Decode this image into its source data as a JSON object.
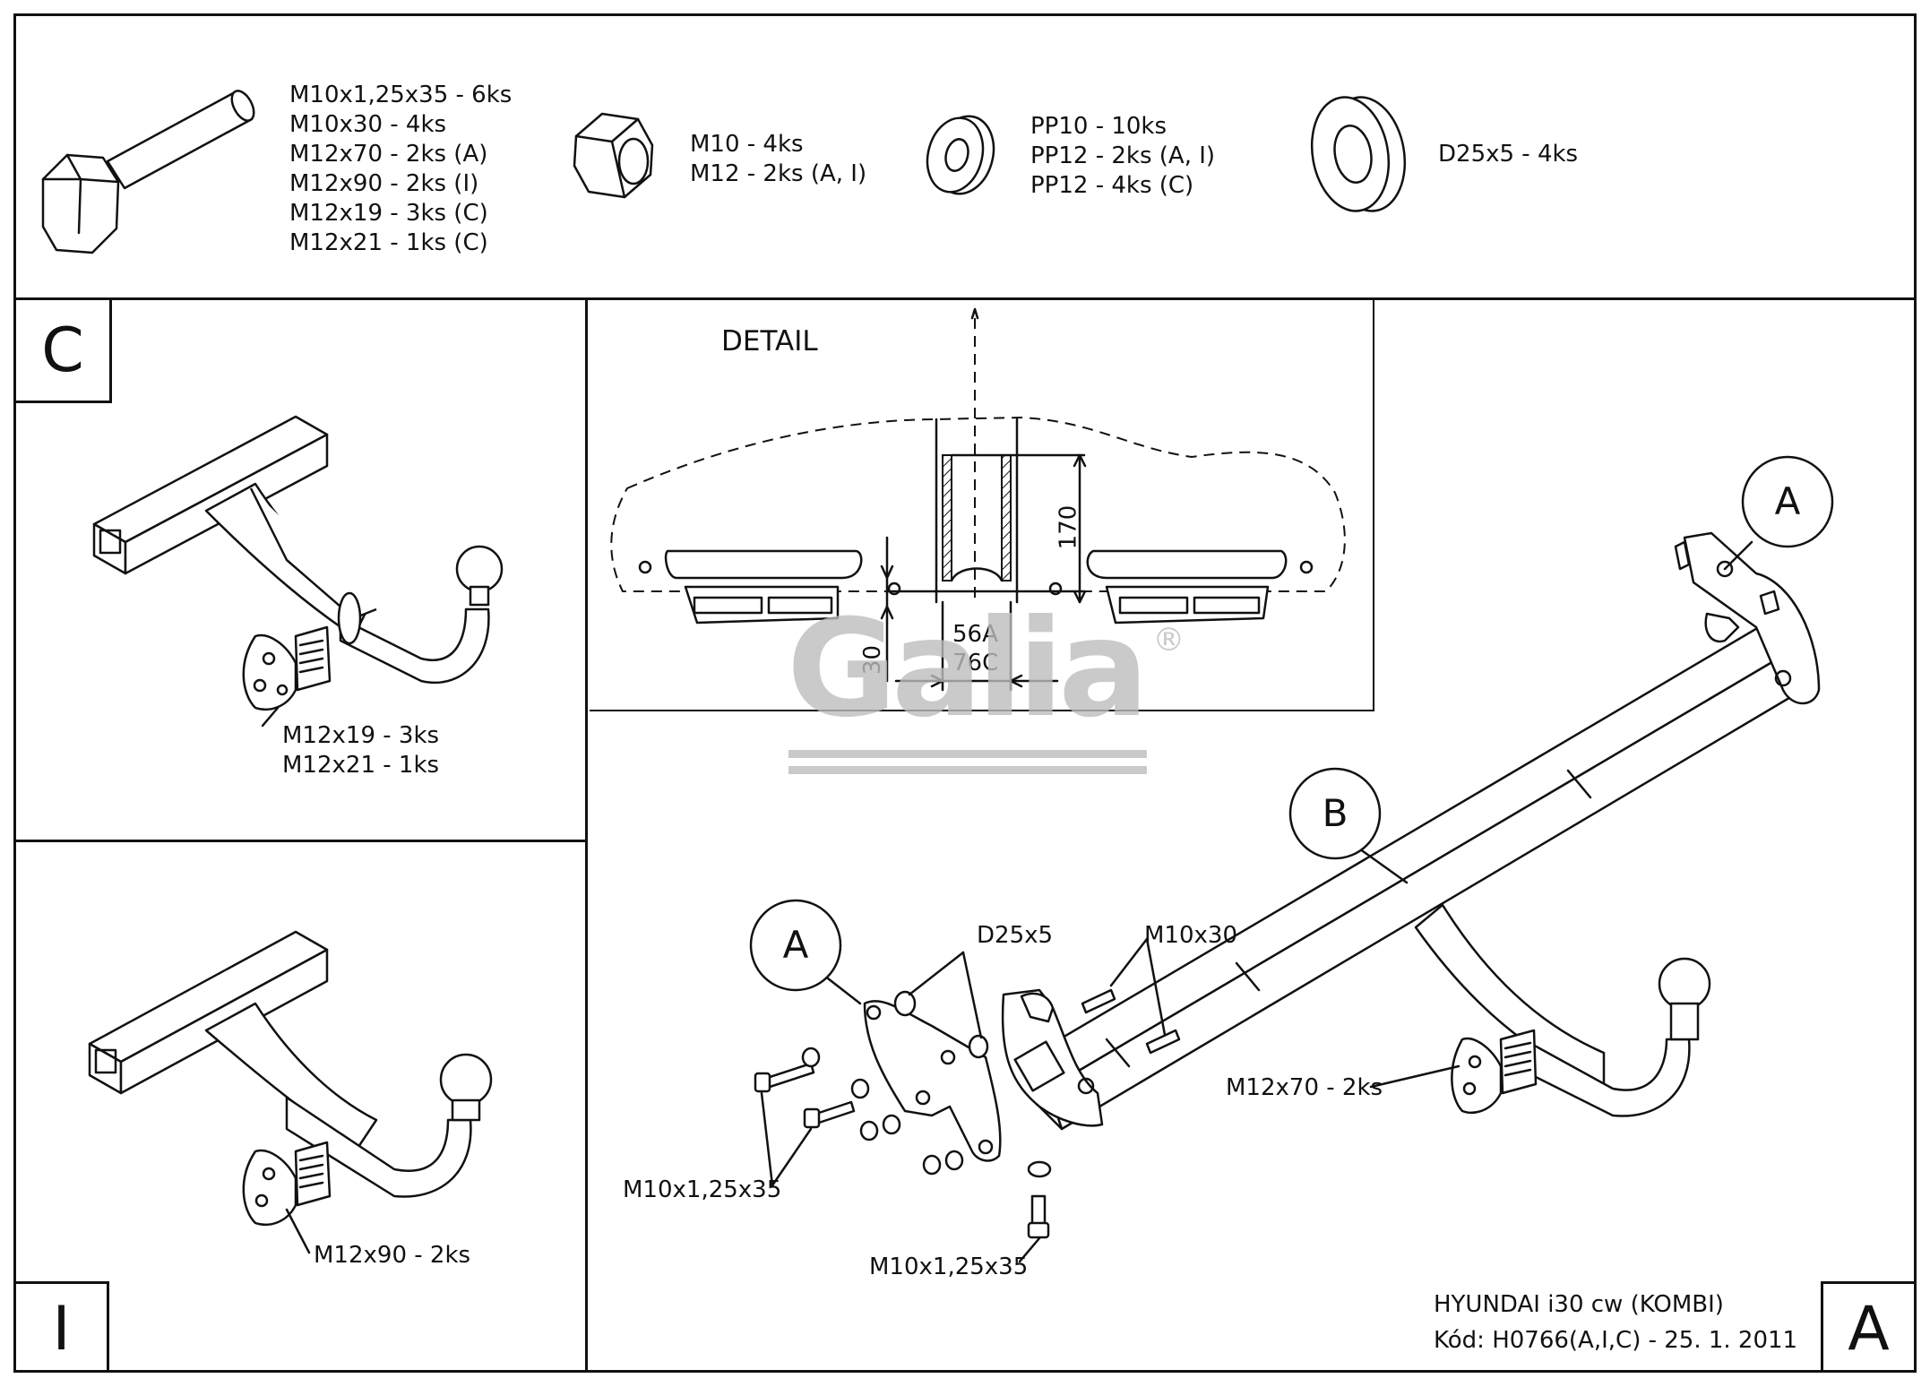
{
  "hardware": {
    "bolts": [
      "M10x1,25x35 - 6ks",
      "M10x30 - 4ks",
      "M12x70 - 2ks (A)",
      "M12x90 - 2ks (I)",
      "M12x19 - 3ks (C)",
      "M12x21 - 1ks (C)"
    ],
    "nuts": [
      "M10 - 4ks",
      "M12 - 2ks (A, I)"
    ],
    "washers": [
      "PP10 - 10ks",
      "PP12 - 2ks (A, I)",
      "PP12 - 4ks (C)"
    ],
    "spacers": [
      "D25x5 - 4ks"
    ]
  },
  "variant_c": {
    "corner_label": "C",
    "bolt_labels": [
      "M12x19 - 3ks",
      "M12x21 - 1ks"
    ]
  },
  "variant_i": {
    "corner_label": "I",
    "bolt_label": "M12x90 - 2ks"
  },
  "detail": {
    "title": "DETAIL",
    "dim_height": "170",
    "dim_offset": "30",
    "dim_width_a": "56A",
    "dim_width_c": "76C"
  },
  "watermark": {
    "brand": "Galia",
    "mark": "®"
  },
  "main": {
    "corner_label": "A",
    "callout_a_top": "A",
    "callout_a_side": "A",
    "callout_b": "B",
    "labels": {
      "spacer": "D25x5",
      "bolt_m10x30": "M10x30",
      "bolt_m12x70": "M12x70 - 2ks",
      "bolt_m10_left": "M10x1,25x35",
      "bolt_m10_bottom": "M10x1,25x35"
    }
  },
  "title_block": {
    "vehicle": "HYUNDAI i30 cw (KOMBI)",
    "code": "Kód: H0766(A,I,C) - 25. 1. 2011"
  }
}
